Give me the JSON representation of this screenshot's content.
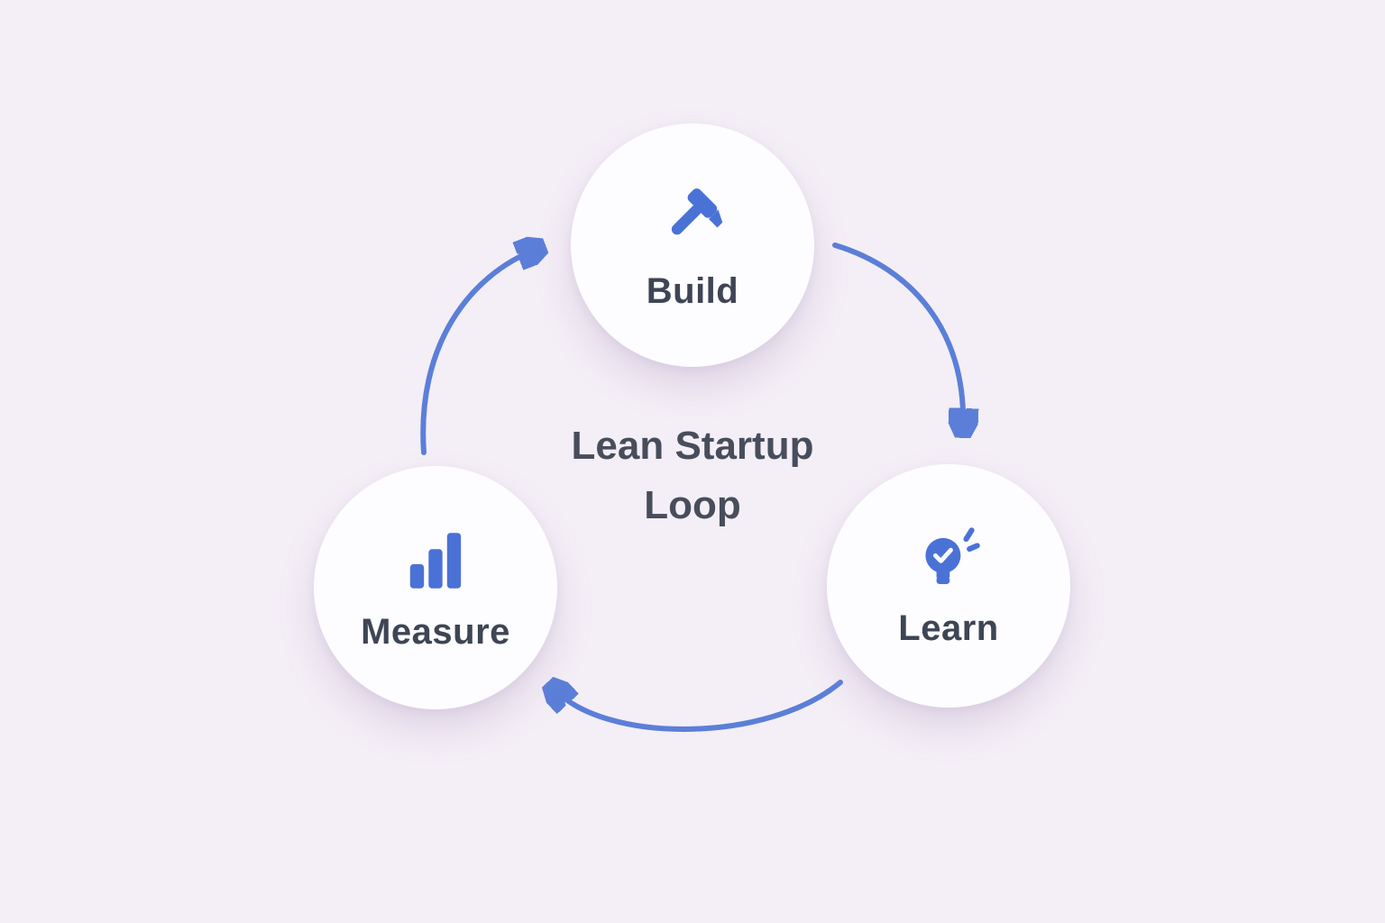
{
  "diagram": {
    "title_line1": "Lean Startup",
    "title_line2": "Loop",
    "nodes": [
      {
        "id": "build",
        "label": "Build",
        "icon": "hammer-icon"
      },
      {
        "id": "learn",
        "label": "Learn",
        "icon": "lightbulb-icon"
      },
      {
        "id": "measure",
        "label": "Measure",
        "icon": "bar-chart-icon"
      }
    ],
    "flow": [
      "Build",
      "Learn",
      "Measure"
    ],
    "colors": {
      "accent": "#4a72d6",
      "arrow": "#5b7fd8",
      "text": "#3e4554",
      "background": "#f4eef6",
      "node_bg": "#fdfcfe"
    }
  }
}
